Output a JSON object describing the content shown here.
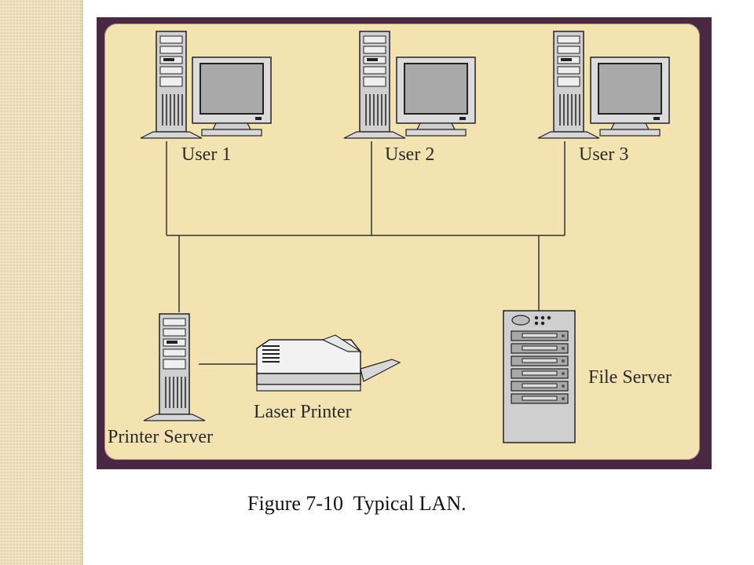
{
  "figure": {
    "caption": "Figure 7-10  Typical LAN.",
    "nodes": {
      "user1": "User 1",
      "user2": "User 2",
      "user3": "User 3",
      "printer_server": "Printer Server",
      "laser_printer": "Laser  Printer",
      "file_server": "File Server"
    },
    "icons": [
      "workstation-icon",
      "tower-pc-icon",
      "crt-monitor-icon",
      "laser-printer-icon",
      "file-server-icon"
    ]
  },
  "colors": {
    "frame": "#4a2743",
    "panel": "#f2e3b0",
    "device_gray": "#c8c8c8",
    "line": "#333333"
  }
}
